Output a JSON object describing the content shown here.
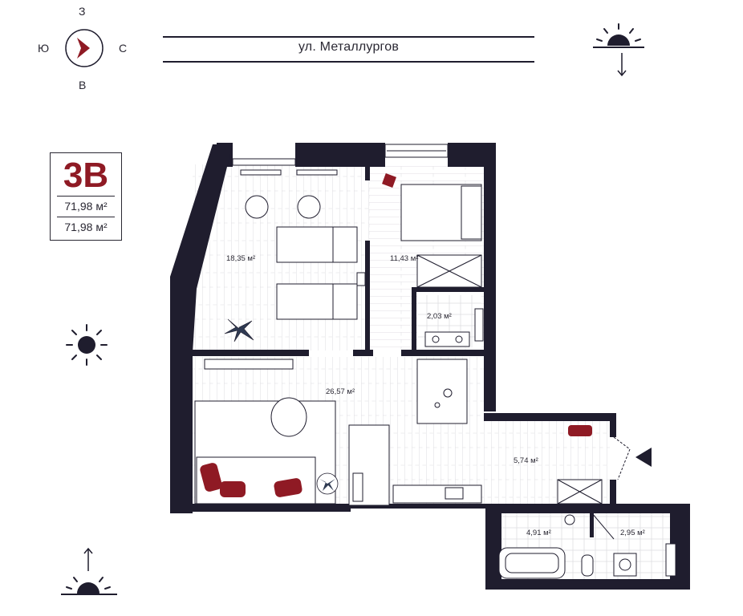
{
  "compass": {
    "north": "З",
    "south": "В",
    "west": "Ю",
    "east": "С",
    "needle_color": "#8f1a24"
  },
  "street": {
    "name": "ул. Металлургов"
  },
  "apartment": {
    "type": "3В",
    "total_area": "71,98 м²",
    "living_area": "71,98 м²",
    "accent_color": "#8f1a24"
  },
  "rooms": [
    {
      "id": "bedroom-1",
      "area": "18,35 м²"
    },
    {
      "id": "bedroom-2",
      "area": "11,43 м²"
    },
    {
      "id": "bathroom-small",
      "area": "2,03 м²"
    },
    {
      "id": "living-kitchen",
      "area": "26,57 м²"
    },
    {
      "id": "hallway",
      "area": "5,74 м²"
    },
    {
      "id": "bathroom",
      "area": "4,91 м²"
    },
    {
      "id": "wc",
      "area": "2,95 м²"
    }
  ],
  "icons": [
    "sun-icon",
    "sunrise-icon",
    "sunset-icon",
    "compass-icon",
    "entrance-arrow-icon",
    "plant-icon"
  ],
  "colors": {
    "wall": "#1f1d2e",
    "accent": "#8f1a24",
    "floor_line": "#c8c6cc"
  }
}
